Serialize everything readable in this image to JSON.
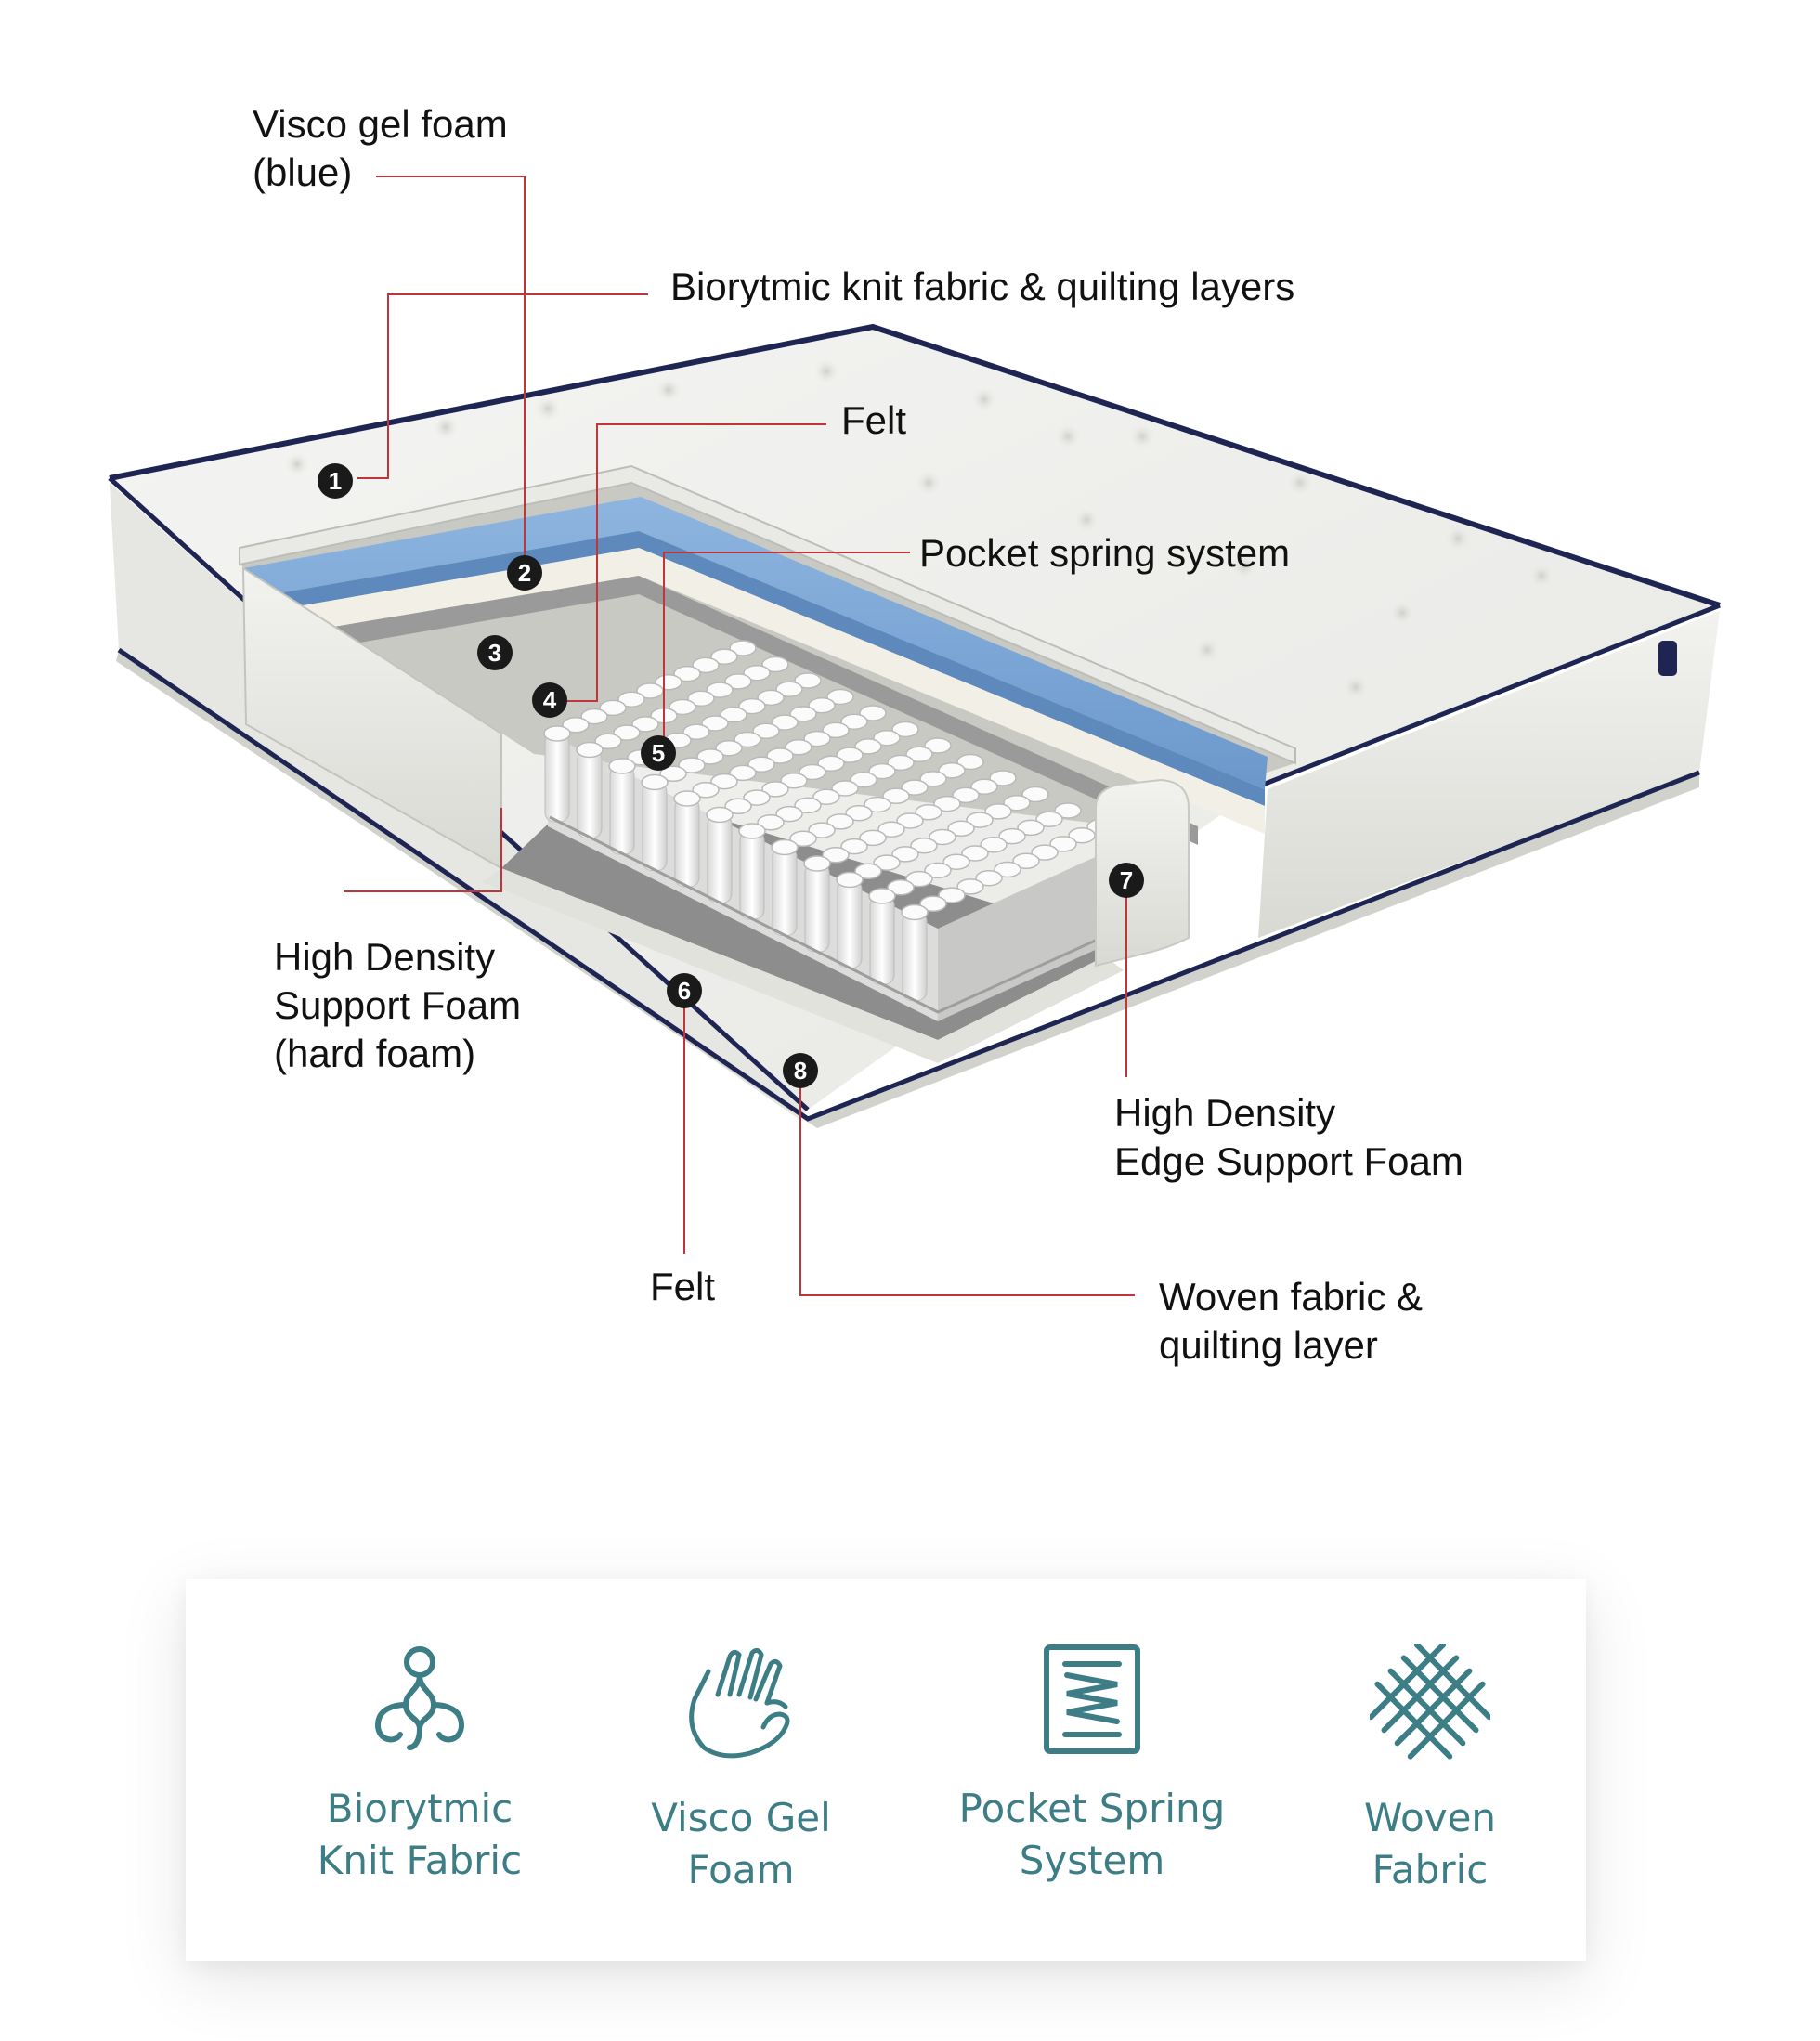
{
  "diagram": {
    "badges": [
      "1",
      "2",
      "3",
      "4",
      "5",
      "6",
      "7",
      "8"
    ],
    "callouts": {
      "visco_gel": [
        "Visco gel foam",
        "(blue)"
      ],
      "biorytmic_knit": [
        "Biorytmic knit fabric & quilting layers"
      ],
      "felt_top": [
        "Felt"
      ],
      "pocket_spring": [
        "Pocket spring system"
      ],
      "hd_support": [
        "High Density",
        "Support Foam",
        "(hard foam)"
      ],
      "hd_edge": [
        "High Density",
        "Edge Support Foam"
      ],
      "felt_bottom": [
        "Felt"
      ],
      "woven_fabric": [
        "Woven fabric &",
        "quilting layer"
      ]
    },
    "colors": {
      "leader_line": "#c0343a",
      "badge": "#1a1a1a",
      "piping": "#1f2552",
      "gel_foam": "#7aa6d6",
      "felt": "#9a9a9a",
      "feature_accent": "#3c7d86"
    }
  },
  "features": [
    {
      "icon": "knit-fabric-icon",
      "label_lines": [
        "Biorytmic",
        "Knit Fabric"
      ]
    },
    {
      "icon": "hand-press-icon",
      "label_lines": [
        "Visco Gel",
        "Foam"
      ]
    },
    {
      "icon": "spring-coil-icon",
      "label_lines": [
        "Pocket Spring",
        "System"
      ]
    },
    {
      "icon": "woven-pattern-icon",
      "label_lines": [
        "Woven",
        "Fabric"
      ]
    }
  ]
}
